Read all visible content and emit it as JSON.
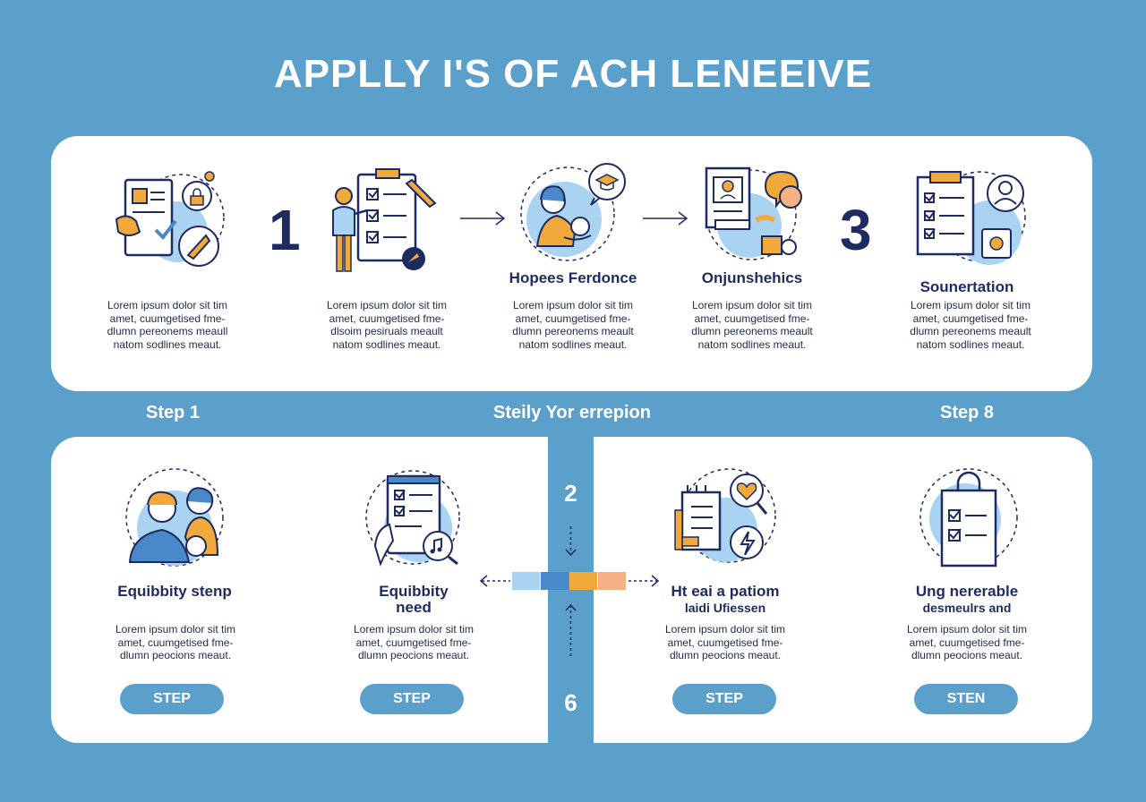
{
  "title": "APPLLY I'S OF ACH LENEEIVE",
  "top_row": {
    "numbers": [
      "1",
      "3"
    ],
    "items": [
      {
        "heading": "",
        "desc": [
          "Lorem ipsum dolor sit tim",
          "amet, cuumgetised fme-",
          "dlumn pereonems meaull",
          "natom sodlines meaut."
        ]
      },
      {
        "heading": "",
        "desc": [
          "Lorem ipsum dolor sit tim",
          "amet, cuumgetised fme-",
          "dlsoim pesiruals meault",
          "natom sodlines meaut."
        ]
      },
      {
        "heading": "Hopees Ferdonce",
        "desc": [
          "Lorem ipsum dolor sit tim",
          "amet, cuumgetised fme-",
          "dlumn pereonems meault",
          "natom sodlines meaut."
        ]
      },
      {
        "heading": "Onjunshehics",
        "desc": [
          "Lorem ipsum dolor sit tim",
          "amet, cuumgetised fme-",
          "dlumn pereonems meault",
          "natom sodlines meaut."
        ]
      },
      {
        "heading": "Sounertation",
        "desc": [
          "Lorem ipsum dolor sit tim",
          "amet, cuumgetised fme-",
          "dlumn pereonems meault",
          "natom sodlines meaut."
        ]
      }
    ]
  },
  "step_labels": {
    "left": "Step 1",
    "center": "Steily Yor errepion",
    "right": "Step 8"
  },
  "connector_markers": {
    "upper": "2",
    "lower": "6"
  },
  "bottom_row": {
    "items": [
      {
        "heading": [
          "Equibbity stenp"
        ],
        "desc": [
          "Lorem ipsum dolor sit tim",
          "amet, cuumgetised fme-",
          "dlumn peocions meaut."
        ],
        "button": "STEP"
      },
      {
        "heading": [
          "Equibbity",
          "need"
        ],
        "desc": [
          "Lorem ipsum dolor sit tim",
          "amet, cuumgetised fme-",
          "dlumn peocions meaut."
        ],
        "button": "STEP"
      },
      {
        "heading": [
          "Ht eai a patiom",
          "laidi Ufiessen"
        ],
        "desc": [
          "Lorem ipsum dolor sit tim",
          "amet, cuumgetised fme-",
          "dlumn peocions meaut."
        ],
        "button": "STEP"
      },
      {
        "heading": [
          "Ung nererable",
          "desmeulrs and"
        ],
        "desc": [
          "Lorem ipsum dolor sit tim",
          "amet, cuumgetised fme-",
          "dlumn peocions meaut."
        ],
        "button": "STEN"
      }
    ]
  },
  "colors": {
    "background": "#5b9fcb",
    "navy": "#1e2b5e",
    "orange": "#f2a93b",
    "light_blue": "#a9d3f0",
    "bar": [
      "#a9d3f0",
      "#4a89c9",
      "#f2a93b",
      "#f4b183"
    ]
  }
}
